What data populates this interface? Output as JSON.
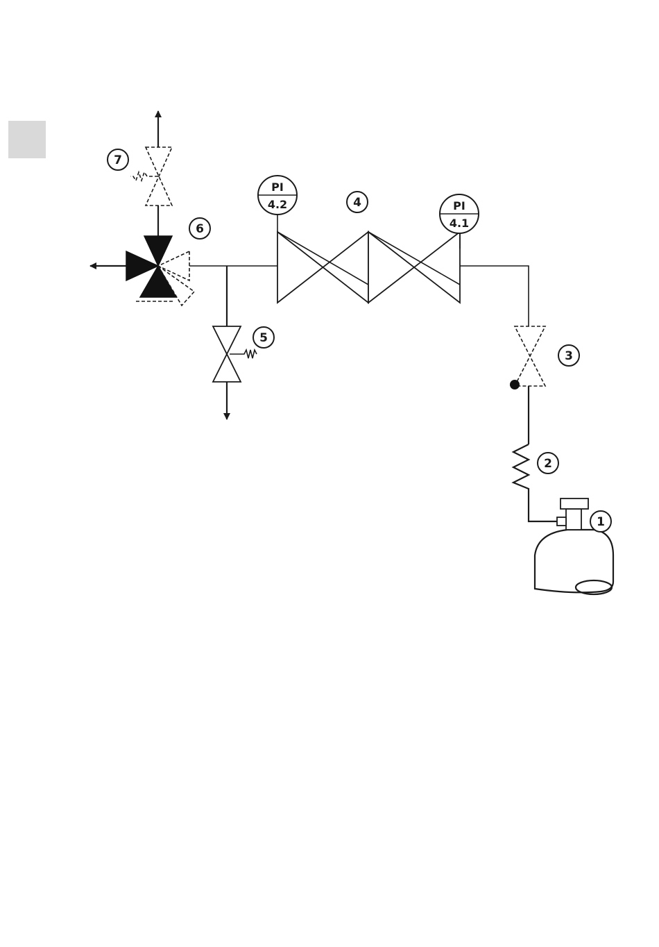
{
  "components": [
    {
      "tag": "1"
    },
    {
      "tag": "2"
    },
    {
      "tag": "3"
    },
    {
      "tag": "4"
    },
    {
      "tag": "5"
    },
    {
      "tag": "6"
    },
    {
      "tag": "7"
    }
  ],
  "gauges": [
    {
      "code": "PI",
      "number": "4.2"
    },
    {
      "code": "PI",
      "number": "4.1"
    }
  ]
}
